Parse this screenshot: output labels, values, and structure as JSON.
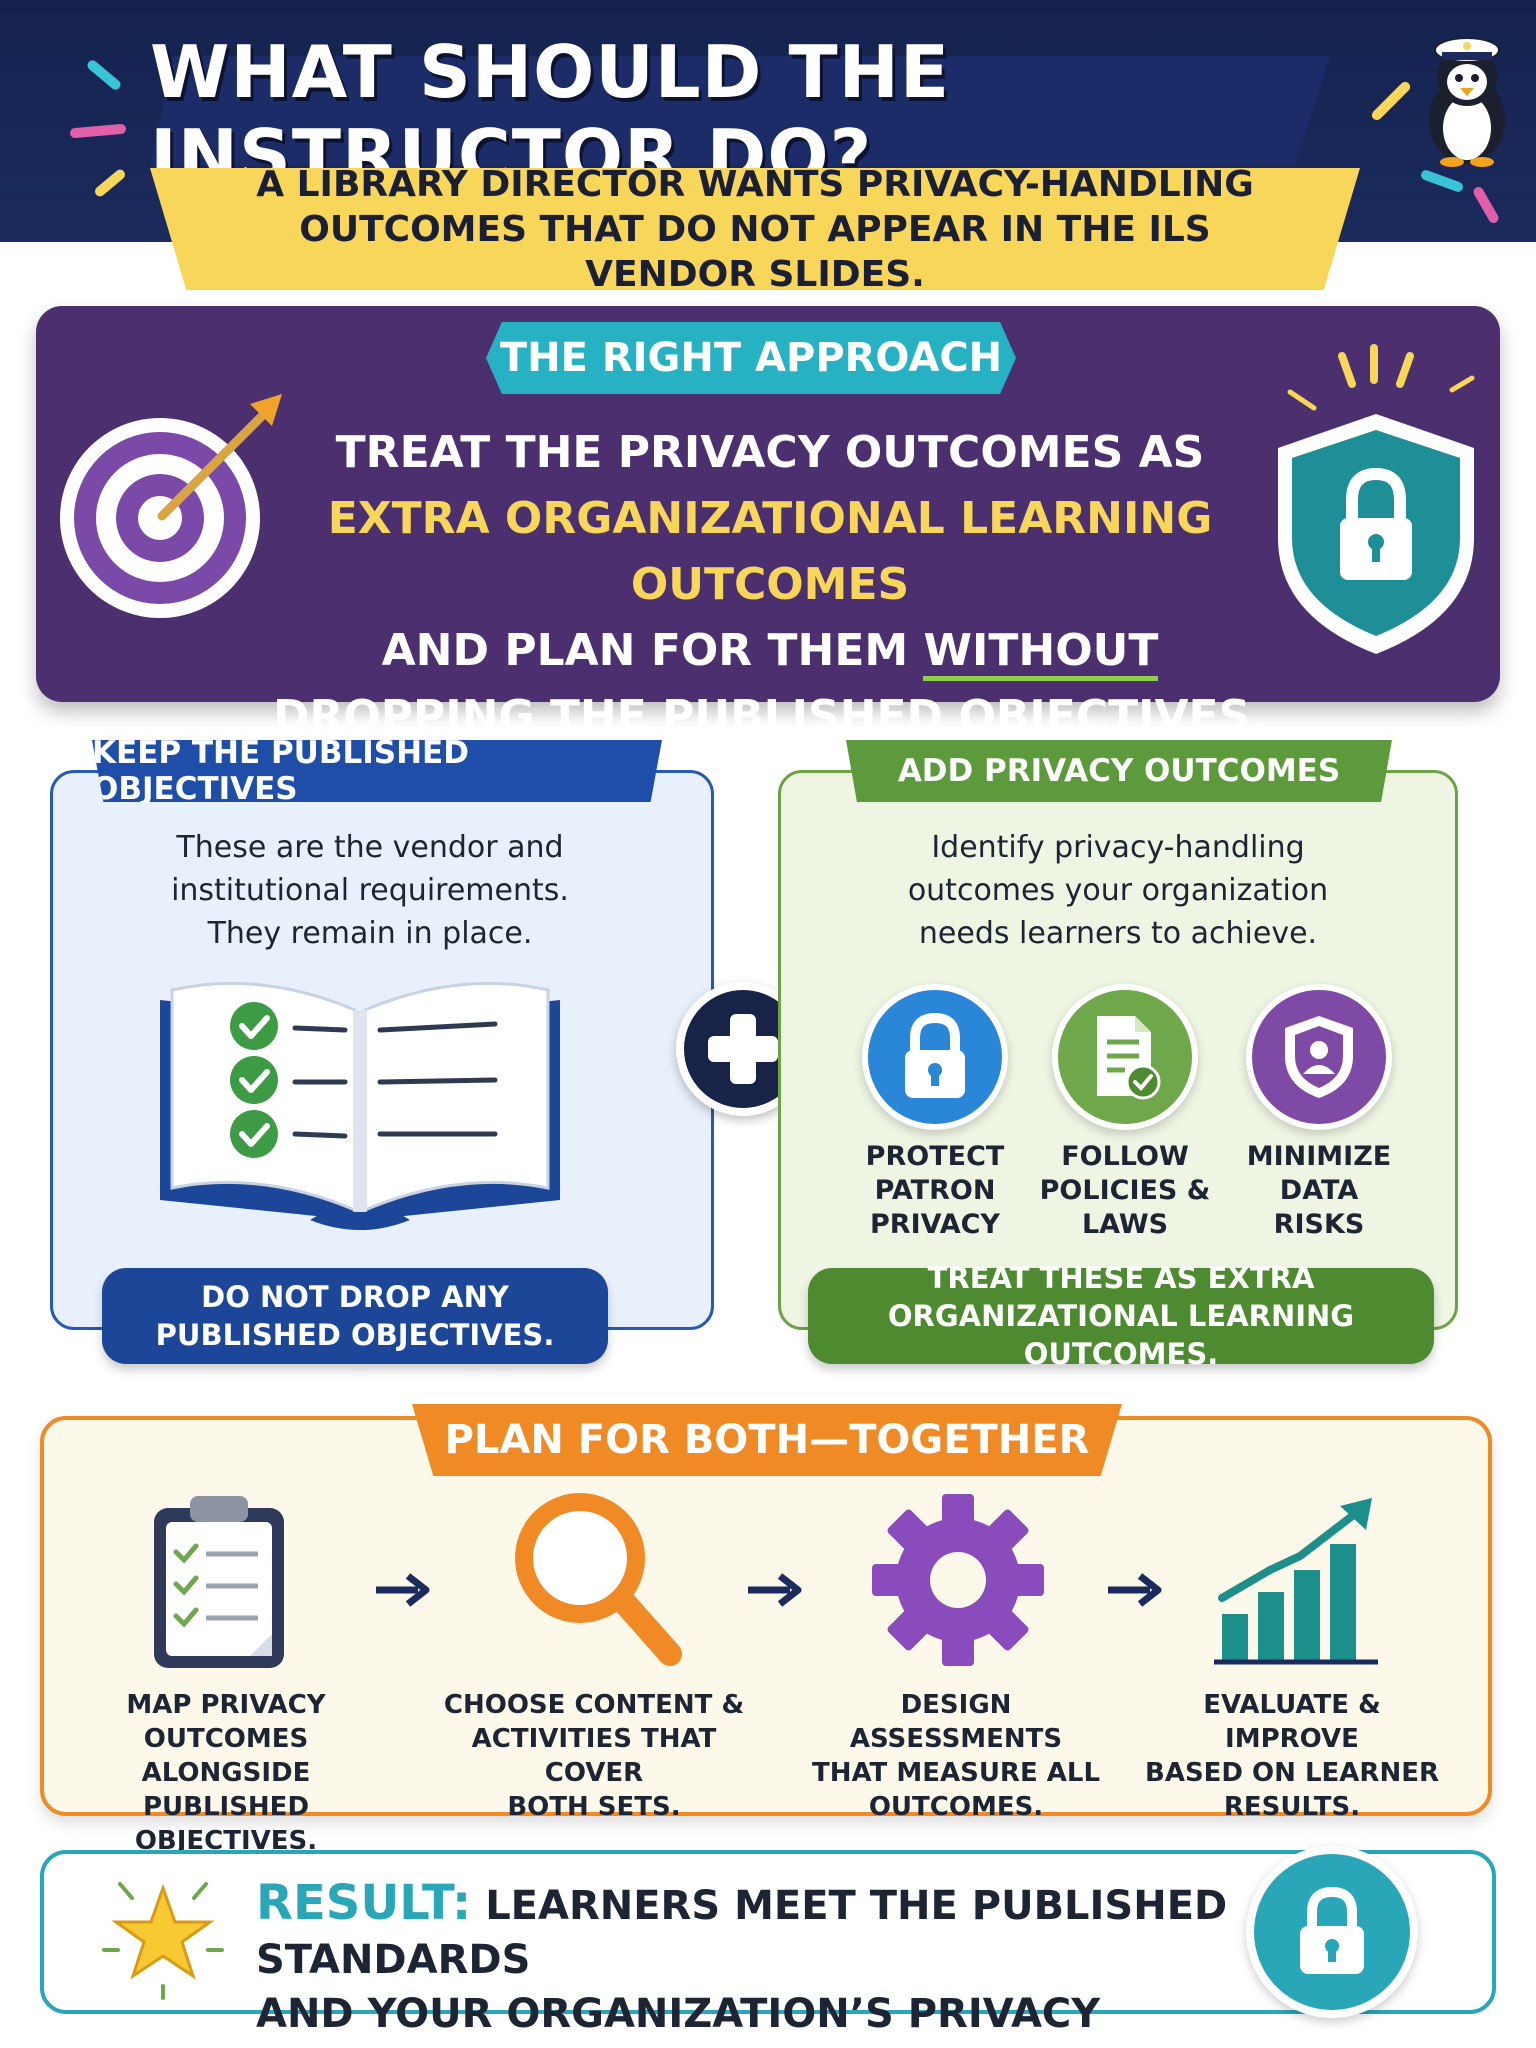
{
  "header": {
    "title": "WHAT SHOULD THE INSTRUCTOR DO?",
    "subtitle": "A LIBRARY DIRECTOR WANTS PRIVACY-HANDLING OUTCOMES THAT DO NOT APPEAR IN THE ILS VENDOR SLIDES."
  },
  "approach": {
    "label": "THE RIGHT APPROACH",
    "line1": "TREAT THE PRIVACY OUTCOMES AS",
    "line2_highlight": "EXTRA ORGANIZATIONAL LEARNING OUTCOMES",
    "line3_pre": "AND PLAN FOR THEM ",
    "line3_underline": "WITHOUT",
    "line4": "DROPPING THE PUBLISHED OBJECTIVES."
  },
  "keep": {
    "label": "KEEP THE PUBLISHED OBJECTIVES",
    "desc_l1": "These are the vendor and",
    "desc_l2": "institutional requirements.",
    "desc_l3": "They remain in place.",
    "footer_l1": "DO NOT DROP ANY",
    "footer_l2": "PUBLISHED OBJECTIVES."
  },
  "add": {
    "label": "ADD PRIVACY OUTCOMES",
    "desc_l1": "Identify privacy-handling",
    "desc_l2": "outcomes your organization",
    "desc_l3": "needs learners to achieve.",
    "outcomes": [
      {
        "l1": "PROTECT",
        "l2": "PATRON",
        "l3": "PRIVACY",
        "icon": "lock-icon",
        "color": "#2a86d6"
      },
      {
        "l1": "FOLLOW",
        "l2": "POLICIES &",
        "l3": "LAWS",
        "icon": "policy-document-icon",
        "color": "#6fa84a"
      },
      {
        "l1": "MINIMIZE",
        "l2": "DATA",
        "l3": "RISKS",
        "icon": "user-shield-icon",
        "color": "#7e4aa6"
      }
    ],
    "footer_l1": "TREAT THESE AS EXTRA",
    "footer_l2": "ORGANIZATIONAL LEARNING OUTCOMES."
  },
  "plan": {
    "label": "PLAN FOR BOTH—TOGETHER",
    "steps": [
      {
        "l1": "MAP PRIVACY OUTCOMES",
        "l2": "ALONGSIDE PUBLISHED",
        "l3": "OBJECTIVES.",
        "icon": "clipboard-checklist-icon"
      },
      {
        "l1": "CHOOSE CONTENT &",
        "l2": "ACTIVITIES THAT COVER",
        "l3": "BOTH SETS.",
        "icon": "magnifier-icon"
      },
      {
        "l1": "DESIGN ASSESSMENTS",
        "l2": "THAT MEASURE ALL",
        "l3": "OUTCOMES.",
        "icon": "gear-icon"
      },
      {
        "l1": "EVALUATE & IMPROVE",
        "l2": "BASED ON LEARNER",
        "l3": "RESULTS.",
        "icon": "growth-chart-icon"
      }
    ]
  },
  "result": {
    "keyword": "RESULT:",
    "line1": "LEARNERS MEET THE PUBLISHED STANDARDS",
    "line2": "AND YOUR ORGANIZATION’S PRIVACY EXPECTATIONS."
  },
  "colors": {
    "navy": "#15224f",
    "purple_panel": "#4b2f6e",
    "teal": "#2aa6b9",
    "yellow": "#f7d659",
    "blue": "#1e4ea8",
    "green": "#5d9a3b",
    "orange": "#f08a25"
  }
}
